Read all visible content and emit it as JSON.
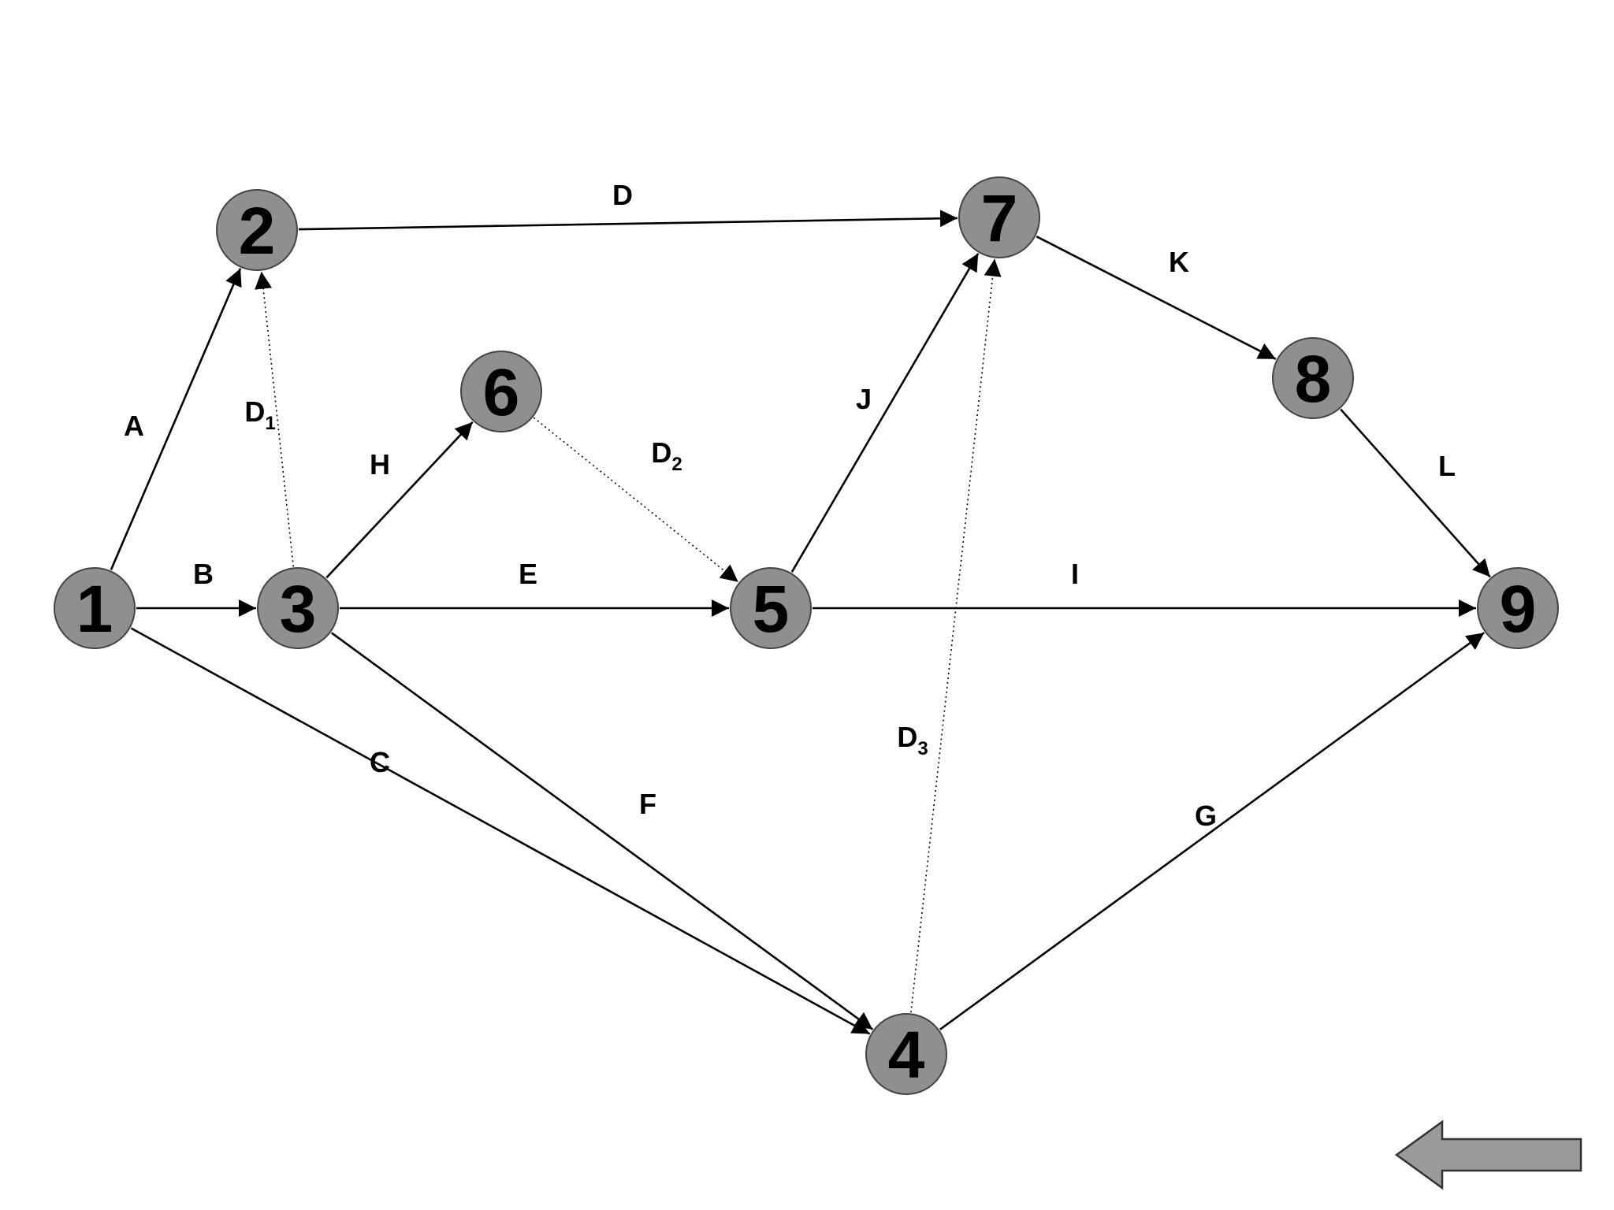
{
  "nodes": [
    {
      "id": "1",
      "label": "1"
    },
    {
      "id": "2",
      "label": "2"
    },
    {
      "id": "3",
      "label": "3"
    },
    {
      "id": "4",
      "label": "4"
    },
    {
      "id": "5",
      "label": "5"
    },
    {
      "id": "6",
      "label": "6"
    },
    {
      "id": "7",
      "label": "7"
    },
    {
      "id": "8",
      "label": "8"
    },
    {
      "id": "9",
      "label": "9"
    }
  ],
  "edges": [
    {
      "from": "1",
      "to": "2",
      "label": "A",
      "sub": "",
      "dummy": false
    },
    {
      "from": "1",
      "to": "3",
      "label": "B",
      "sub": "",
      "dummy": false
    },
    {
      "from": "1",
      "to": "4",
      "label": "C",
      "sub": "",
      "dummy": false
    },
    {
      "from": "2",
      "to": "7",
      "label": "D",
      "sub": "",
      "dummy": false
    },
    {
      "from": "3",
      "to": "2",
      "label": "D",
      "sub": "1",
      "dummy": true
    },
    {
      "from": "3",
      "to": "5",
      "label": "E",
      "sub": "",
      "dummy": false
    },
    {
      "from": "3",
      "to": "4",
      "label": "F",
      "sub": "",
      "dummy": false
    },
    {
      "from": "3",
      "to": "6",
      "label": "H",
      "sub": "",
      "dummy": false
    },
    {
      "from": "6",
      "to": "5",
      "label": "D",
      "sub": "2",
      "dummy": true
    },
    {
      "from": "5",
      "to": "7",
      "label": "J",
      "sub": "",
      "dummy": false
    },
    {
      "from": "5",
      "to": "9",
      "label": "I",
      "sub": "",
      "dummy": false
    },
    {
      "from": "4",
      "to": "7",
      "label": "D",
      "sub": "3",
      "dummy": true
    },
    {
      "from": "4",
      "to": "9",
      "label": "G",
      "sub": "",
      "dummy": false
    },
    {
      "from": "7",
      "to": "8",
      "label": "K",
      "sub": "",
      "dummy": false
    },
    {
      "from": "8",
      "to": "9",
      "label": "L",
      "sub": "",
      "dummy": false
    }
  ],
  "colors": {
    "node_fill": "#8f8f8f",
    "node_stroke": "#444444",
    "edge": "#000000",
    "back_arrow": "#9a9a9a"
  },
  "back_button": {
    "icon": "left-arrow-icon"
  }
}
